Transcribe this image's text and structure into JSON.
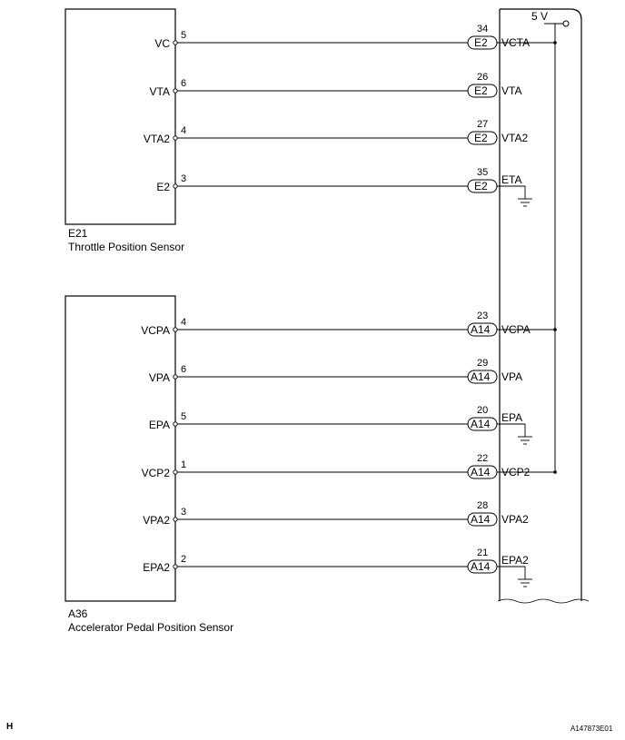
{
  "supply_label": "5 V",
  "sensors": [
    {
      "code": "E21",
      "name": "Throttle Position Sensor",
      "connector": "E2",
      "wires": [
        {
          "left": "VC",
          "pin": "5",
          "ecu_pin": "34",
          "right": "VCTA",
          "ground": false
        },
        {
          "left": "VTA",
          "pin": "6",
          "ecu_pin": "26",
          "right": "VTA",
          "ground": false
        },
        {
          "left": "VTA2",
          "pin": "4",
          "ecu_pin": "27",
          "right": "VTA2",
          "ground": false
        },
        {
          "left": "E2",
          "pin": "3",
          "ecu_pin": "35",
          "right": "ETA",
          "ground": true
        }
      ]
    },
    {
      "code": "A36",
      "name": "Accelerator Pedal Position Sensor",
      "connector": "A14",
      "wires": [
        {
          "left": "VCPA",
          "pin": "4",
          "ecu_pin": "23",
          "right": "VCPA",
          "ground": false
        },
        {
          "left": "VPA",
          "pin": "6",
          "ecu_pin": "29",
          "right": "VPA",
          "ground": false
        },
        {
          "left": "EPA",
          "pin": "5",
          "ecu_pin": "20",
          "right": "EPA",
          "ground": true
        },
        {
          "left": "VCP2",
          "pin": "1",
          "ecu_pin": "22",
          "right": "VCP2",
          "ground": false
        },
        {
          "left": "VPA2",
          "pin": "3",
          "ecu_pin": "28",
          "right": "VPA2",
          "ground": false
        },
        {
          "left": "EPA2",
          "pin": "2",
          "ecu_pin": "21",
          "right": "EPA2",
          "ground": true
        }
      ]
    }
  ],
  "footer": {
    "left": "H",
    "right": "A147873E01"
  }
}
